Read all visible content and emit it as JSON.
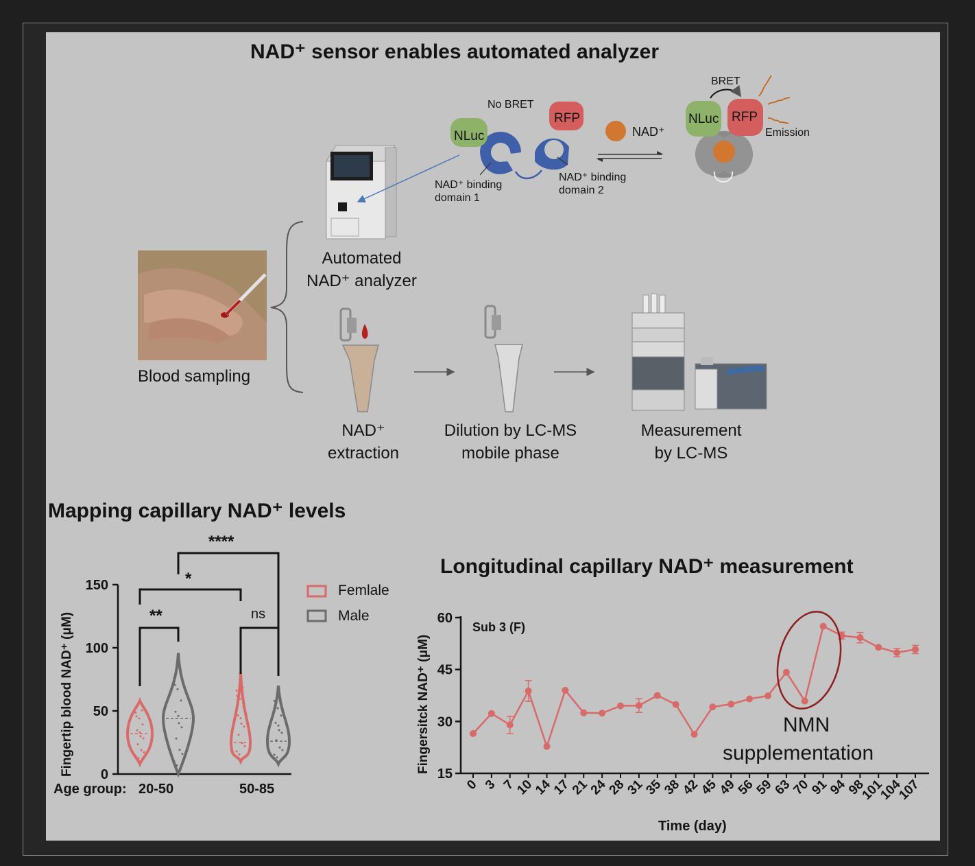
{
  "header": {
    "title": "NAD⁺ sensor enables automated analyzer"
  },
  "sensor": {
    "no_bret": "No BRET",
    "bret": "BRET",
    "nluc": "NLuc",
    "rfp": "RFP",
    "nad": "NAD⁺",
    "domain1": [
      "NAD⁺ binding",
      "domain 1"
    ],
    "domain2": [
      "NAD⁺ binding",
      "domain 2"
    ],
    "emission": "Emission",
    "colors": {
      "nluc": "#8fb26a",
      "rfp": "#d45e5e",
      "domain": "#3f5fa8",
      "nad": "#d2772f",
      "closed": "#8a8a8a"
    }
  },
  "workflow": {
    "blood_sampling": "Blood sampling",
    "analyzer": [
      "Automated",
      "NAD⁺ analyzer"
    ],
    "extraction": [
      "NAD⁺",
      "extraction"
    ],
    "dilution": [
      "Dilution by LC-MS",
      "mobile phase"
    ],
    "measurement": [
      "Measurement",
      "by LC-MS"
    ]
  },
  "violin": {
    "section_title": "Mapping capillary NAD⁺ levels",
    "ylabel": "Fingertip blood NAD⁺ (μM)",
    "xlabel_prefix": "Age group:",
    "groups": [
      "20-50",
      "50-85"
    ],
    "legend": [
      "Femlale",
      "Male"
    ],
    "colors": {
      "female": "#d96a6a",
      "male": "#6b6b6b"
    },
    "sig": {
      "top": "****",
      "middle": "*",
      "young": "**",
      "old": "ns"
    },
    "chart_data": {
      "type": "violin",
      "ylabel": "Fingertip blood NAD⁺ (μM)",
      "ylim": [
        0,
        150
      ],
      "yticks": [
        0,
        50,
        100,
        150
      ],
      "categories": [
        "20-50",
        "50-85"
      ],
      "series": [
        {
          "name": "Femlale",
          "ranges": [
            [
              8,
              58
            ],
            [
              10,
              80
            ]
          ],
          "medians": [
            32,
            25
          ]
        },
        {
          "name": "Male",
          "ranges": [
            [
              0,
              96
            ],
            [
              8,
              70
            ]
          ],
          "medians": [
            44,
            26
          ]
        }
      ],
      "comparisons": [
        {
          "a": "20-50 Femlale",
          "b": "20-50 Male",
          "label": "**"
        },
        {
          "a": "50-85 Femlale",
          "b": "50-85 Male",
          "label": "ns"
        },
        {
          "a": "20-50 Femlale",
          "b": "50-85 Femlale",
          "label": "*"
        },
        {
          "a": "20-50 Male",
          "b": "50-85 Male",
          "label": "****"
        }
      ]
    }
  },
  "longitudinal": {
    "title": "Longitudinal capillary NAD⁺ measurement",
    "annotation": [
      "NMN",
      "supplementation"
    ],
    "chart_data": {
      "type": "line",
      "subject": "Sub 3 (F)",
      "xlabel": "Time (day)",
      "ylabel": "Fingersitck NAD⁺ (μM)",
      "ylim": [
        15,
        60
      ],
      "yticks": [
        15,
        30,
        45,
        60
      ],
      "color": "#d96a6a",
      "x": [
        "0",
        "3",
        "7",
        "10",
        "14",
        "17",
        "21",
        "24",
        "28",
        "31",
        "35",
        "38",
        "42",
        "45",
        "49",
        "56",
        "59",
        "63",
        "70",
        "91",
        "94",
        "98",
        "101",
        "104",
        "107"
      ],
      "y": [
        26.5,
        32.3,
        29,
        38.8,
        22.8,
        39,
        32.5,
        32.4,
        34.5,
        34.6,
        37.5,
        34.9,
        26.3,
        34.2,
        35,
        36.5,
        37.4,
        44.2,
        35.9,
        57.5,
        54.8,
        54.2,
        51.4,
        49.9,
        50.8
      ],
      "err": [
        0,
        0,
        2.5,
        3,
        0,
        0,
        0,
        0,
        0,
        2,
        0,
        0,
        0,
        0,
        0,
        0,
        0,
        0,
        0,
        0,
        1,
        1.5,
        0,
        1.2,
        1.2
      ]
    }
  }
}
